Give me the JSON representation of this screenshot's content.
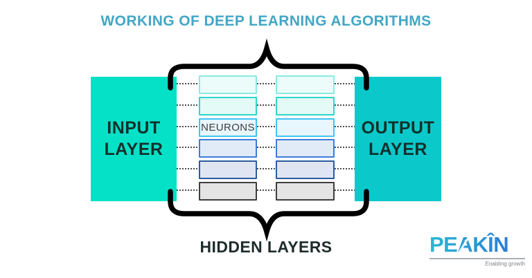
{
  "title": {
    "text": "WORKING OF DEEP LEARNING ALGORITHMS",
    "color": "#43A6C6"
  },
  "input_layer": {
    "line1": "INPUT",
    "line2": "LAYER",
    "color": "#05E1C7",
    "text_color": "#11302B"
  },
  "output_layer": {
    "line1": "OUTPUT",
    "line2": "LAYER",
    "color": "#0BC9CB",
    "text_color": "#11302B"
  },
  "neurons_label": "NEURONS",
  "hidden_layers_label": "HIDDEN LAYERS",
  "brace_color": "#000000",
  "connection_color": "#4A4A4A",
  "neuron_rows": [
    {
      "fill": "#EBFCFA",
      "border": "#8AEAE3"
    },
    {
      "fill": "#E4FAF7",
      "border": "#2ED5CB"
    },
    {
      "fill": "#E8F6FE",
      "border": "#3EC6F2"
    },
    {
      "fill": "#E1EBF8",
      "border": "#3C7CD9"
    },
    {
      "fill": "#DFE5F2",
      "border": "#2B5C9E"
    },
    {
      "fill": "#E4E4E4",
      "border": "#3E3E3E"
    }
  ],
  "logo": {
    "brand": "PEAKÎN",
    "tagline": "Enabling growth",
    "gradient_start": "#27B9D4",
    "gradient_end": "#2E7CD6",
    "tagline_color": "#7E8487",
    "underline_color": "#AAB0B3"
  }
}
